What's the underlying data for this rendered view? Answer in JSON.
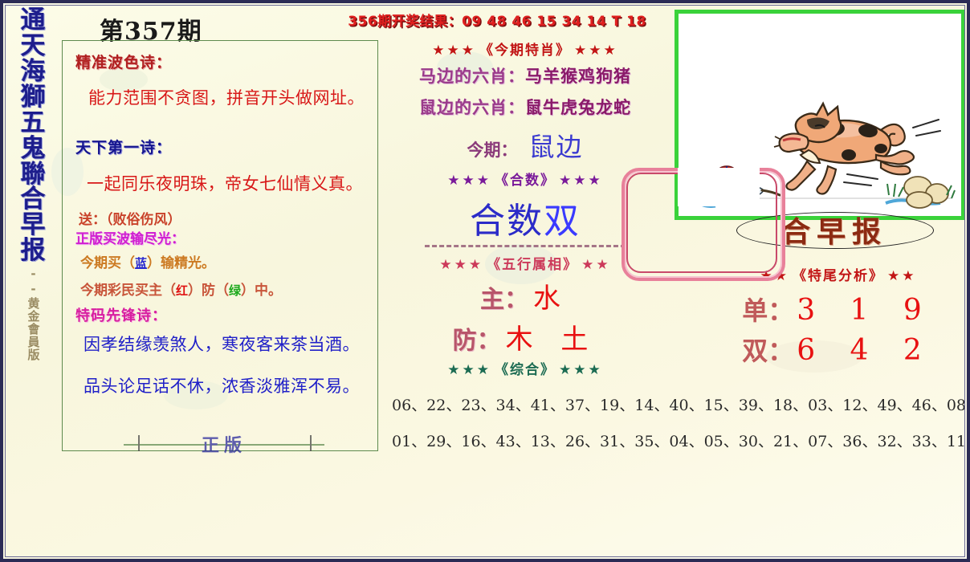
{
  "masthead": {
    "vertical_title": "通天海獅五鬼聯合早报",
    "vertical_subtitle": "--黄金會員版",
    "issue_label": "第357期",
    "result_header": "356期开奖结果：09 48 46 15 34 14 T 18",
    "right_title": "合早报"
  },
  "left_panel": {
    "section1_title": "精准波色诗：",
    "section1_text": "能力范围不贪图，拼音开头做网址。",
    "section2_title": "天下第一诗：",
    "section2_text": "一起同乐夜明珠，帝女七仙情义真。",
    "gift_label": "送：",
    "gift_value": "（败俗伤风）",
    "promo1": "正版买波输尽光：",
    "promo2_pre": "今期买（",
    "promo2_color": "蓝",
    "promo2_post": "）输精光。",
    "promo3_pre": "今期彩民买主（",
    "promo3_c1": "红",
    "promo3_mid": "）防（",
    "promo3_c2": "绿",
    "promo3_post": "）中。",
    "section3_title": "特码先锋诗：",
    "section3_line1": "因孝结缘羡煞人，寒夜客来茶当酒。",
    "section3_line2": "品头论足话不休，浓香淡雅浑不易。",
    "faded_bottom": "正版"
  },
  "middle_panel": {
    "stars3": "★★★",
    "stars2": "★★",
    "title_texiao": "《今期特肖》",
    "ma_label": "马边的六肖：",
    "ma_value": "马羊猴鸡狗猪",
    "shu_label": "鼠边的六肖：",
    "shu_value": "鼠牛虎兔龙蛇",
    "thisterm_label": "今期：",
    "thisterm_value": "鼠边",
    "title_hesu": "《合数》",
    "hesu_key": "合数",
    "hesu_value": "双",
    "title_wuxing": "《五行属相》",
    "zhu_label": "主：",
    "zhu_value": "水",
    "fang_label": "防：",
    "fang_value": "木 土",
    "title_zonghe": "《综合》",
    "numbers_row1": "06、22、23、34、41、37、19、14、40、15、39、18、03、12、49、46、08",
    "numbers_row2": "01、29、16、43、13、26、31、35、04、05、30、21、07、36、32、33、11"
  },
  "right_panel": {
    "title_tewei": "《特尾分析》",
    "stars2": "★★",
    "dan_label": "单：",
    "dan_value": "3 1 9",
    "shuang_label": "双：",
    "shuang_value": "6 4 2"
  },
  "colors": {
    "page_bg": "#fbf8e2",
    "outer_border": "#2b2b55",
    "panel_border_green": "#5e8a4e",
    "picture_border_green": "#3ad23a",
    "header_red": "#e01f1f",
    "accent_blue": "#2020c8",
    "accent_red": "#e81111",
    "pink_outline": "#e8809a"
  }
}
